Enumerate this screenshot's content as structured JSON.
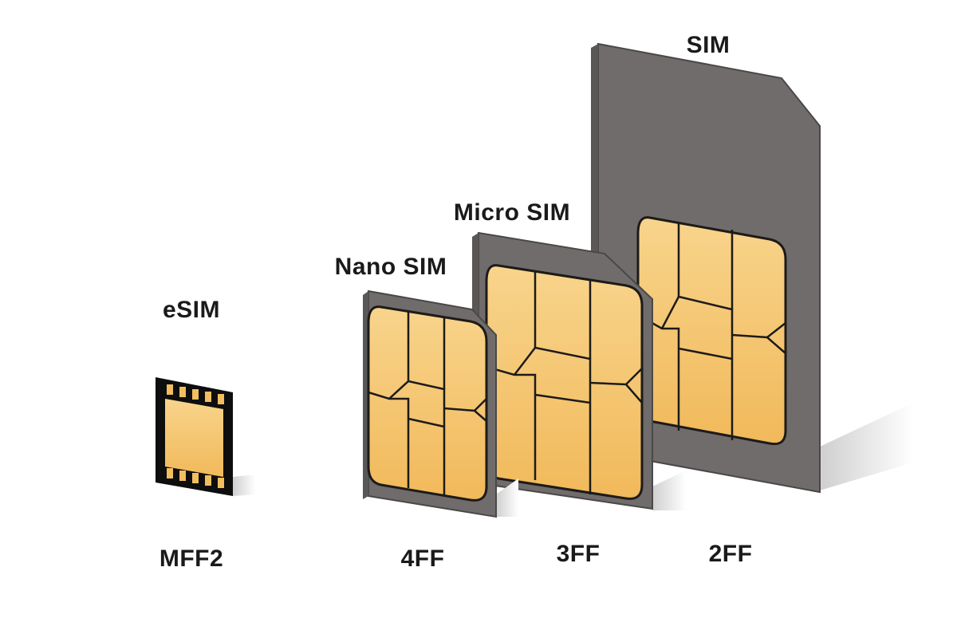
{
  "cards": [
    {
      "id": "esim",
      "name": "eSIM",
      "form_factor": "MFF2"
    },
    {
      "id": "nano",
      "name": "Nano SIM",
      "form_factor": "4FF"
    },
    {
      "id": "micro",
      "name": "Micro SIM",
      "form_factor": "3FF"
    },
    {
      "id": "full",
      "name": "SIM",
      "form_factor": "2FF"
    }
  ],
  "colors": {
    "card_body": "#6f6c6b",
    "card_edge": "#4a4847",
    "chip_gold": "#f5c46a",
    "chip_line": "#1d1b19",
    "shadow": "#d9d9d9",
    "text": "#1a1a1a"
  }
}
